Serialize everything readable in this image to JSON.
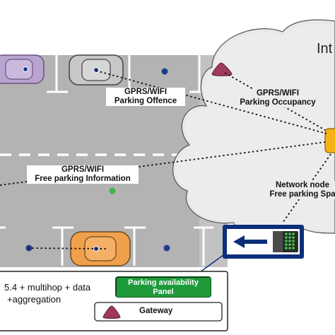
{
  "labels": {
    "gprs_offence": [
      "GPRS/WIFI",
      "Parking Offence"
    ],
    "gprs_occupancy": [
      "GPRS/WIFI",
      "Parking Occupancy"
    ],
    "gprs_free": [
      "GPRS/WIFI",
      "Free parking Information"
    ],
    "network_node": [
      "Network node",
      "Free parking Spa"
    ]
  },
  "cloud": {
    "title": "Int"
  },
  "legend": {
    "line1": "5.4 + multihop + data",
    "line2": "+aggregation",
    "panel_button": [
      "Parking availability",
      "Panel"
    ],
    "gateway_label": "Gateway"
  },
  "colors": {
    "road": "#b3b3b3",
    "cloud": "#e8e8e8",
    "car_purple": "#b9a3cf",
    "car_grey": "#c7c7c7",
    "car_orange": "#f0a04a",
    "sensor_blue": "#1c3d8c",
    "sensor_green": "#3fb34a",
    "gateway": "#a03a5c",
    "node_orange": "#f7b21a",
    "panel_blue": "#0c2f7a",
    "panel_green": "#1e9a3a"
  }
}
